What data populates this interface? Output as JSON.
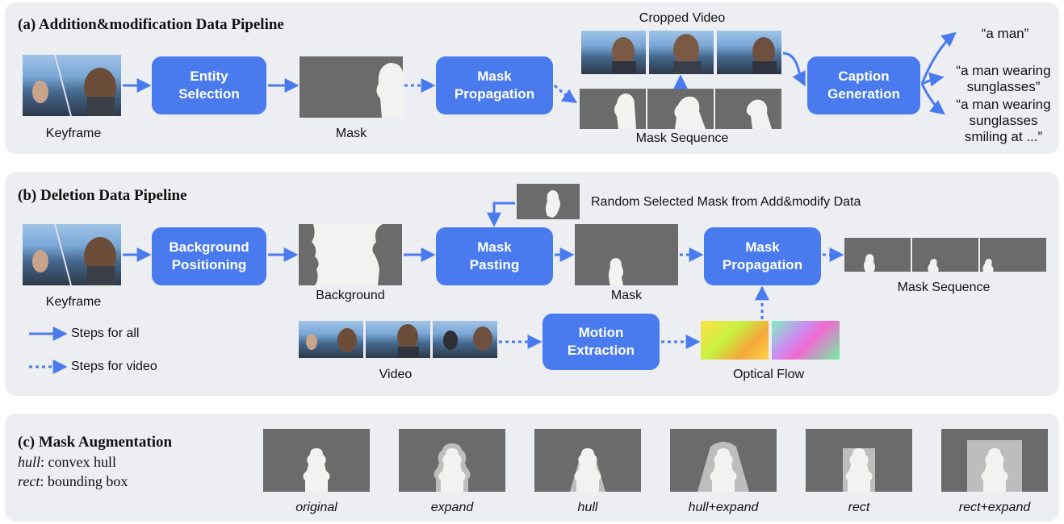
{
  "panel_a": {
    "title": "(a) Addition&modification Data Pipeline",
    "keyframe_label": "Keyframe",
    "entity_selection": "Entity\nSelection",
    "mask_label": "Mask",
    "mask_propagation": "Mask\nPropagation",
    "cropped_video_label": "Cropped Video",
    "mask_sequence_label": "Mask Sequence",
    "caption_generation": "Caption\nGeneration",
    "captions": [
      "“a man”",
      "“a man wearing\nsunglasses”",
      "“a man wearing\nsunglasses\nsmiling at ...”"
    ]
  },
  "panel_b": {
    "title": "(b) Deletion Data Pipeline",
    "keyframe_label": "Keyframe",
    "background_positioning": "Background\nPositioning",
    "background_label": "Background",
    "random_mask_label": "Random Selected Mask from Add&modify Data",
    "mask_pasting": "Mask\nPasting",
    "mask_label": "Mask",
    "mask_propagation": "Mask\nPropagation",
    "mask_sequence_label": "Mask Sequence",
    "motion_extraction": "Motion\nExtraction",
    "video_label": "Video",
    "optical_flow_label": "Optical Flow",
    "legend_all": "Steps for all",
    "legend_video": "Steps for video"
  },
  "panel_c": {
    "title": "(c) Mask Augmentation",
    "hull_term": "hull",
    "hull_desc": ": convex hull",
    "rect_term": "rect",
    "rect_desc": ": bounding box",
    "augmentations": [
      "original",
      "expand",
      "hull",
      "hull+expand",
      "rect",
      "rect+expand"
    ]
  },
  "colors": {
    "accent": "#4a7bee",
    "panel": "#eceef2",
    "mask_gray": "#6b6b6b",
    "mask_white": "#f2f2f0",
    "aug_light": "#bdbdbd"
  }
}
